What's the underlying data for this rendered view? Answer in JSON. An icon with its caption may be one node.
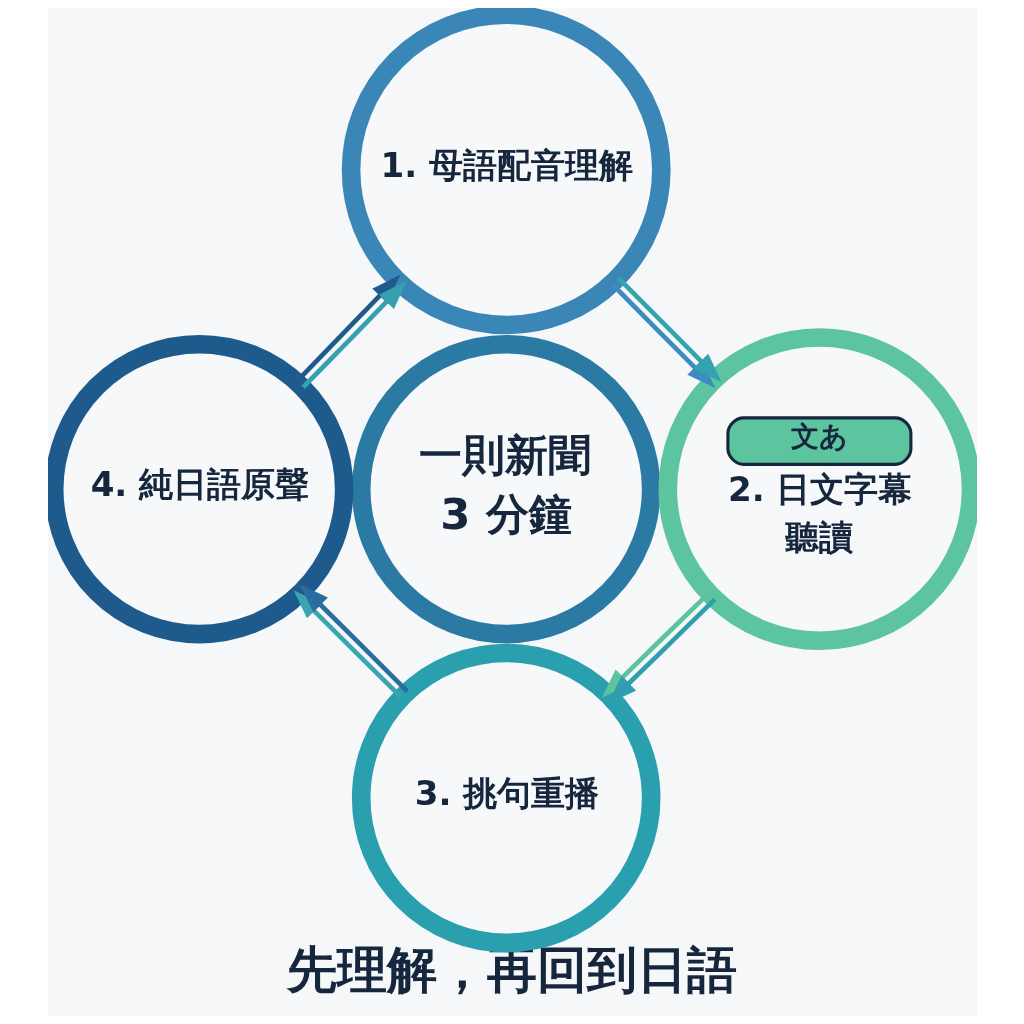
{
  "diagram": {
    "caption": "先理解，再回到日語",
    "nodes": [
      {
        "text": [
          "1. 母語配音理解"
        ]
      },
      {
        "text": [
          "4. 純日語原聲"
        ]
      },
      {
        "text": [
          "一則新聞3 分鐘"
        ]
      },
      {
        "text": [
          "文あ",
          "2. 日文字幕聽讀"
        ]
      },
      {
        "text": [
          "3. 挑句重播"
        ]
      }
    ],
    "edges": [
      {
        "from": 0,
        "to": 3,
        "arrow": "to",
        "color": "#3d8cc0"
      },
      {
        "from": 0,
        "to": 3,
        "arrow": "to",
        "color": "#35a2b0"
      },
      {
        "from": 3,
        "to": 4,
        "arrow": "to",
        "color": "#5cc3a0"
      },
      {
        "from": 3,
        "to": 4,
        "arrow": "to",
        "color": "#2f9fae"
      },
      {
        "from": 4,
        "to": 1,
        "arrow": "to",
        "color": "#3aa4b2"
      },
      {
        "from": 4,
        "to": 1,
        "arrow": "to",
        "color": "#2a6d9e"
      },
      {
        "from": 1,
        "to": 0,
        "arrow": "to",
        "color": "#1f5a8c"
      },
      {
        "from": 1,
        "to": 0,
        "arrow": "to",
        "color": "#36a0b0"
      }
    ]
  }
}
